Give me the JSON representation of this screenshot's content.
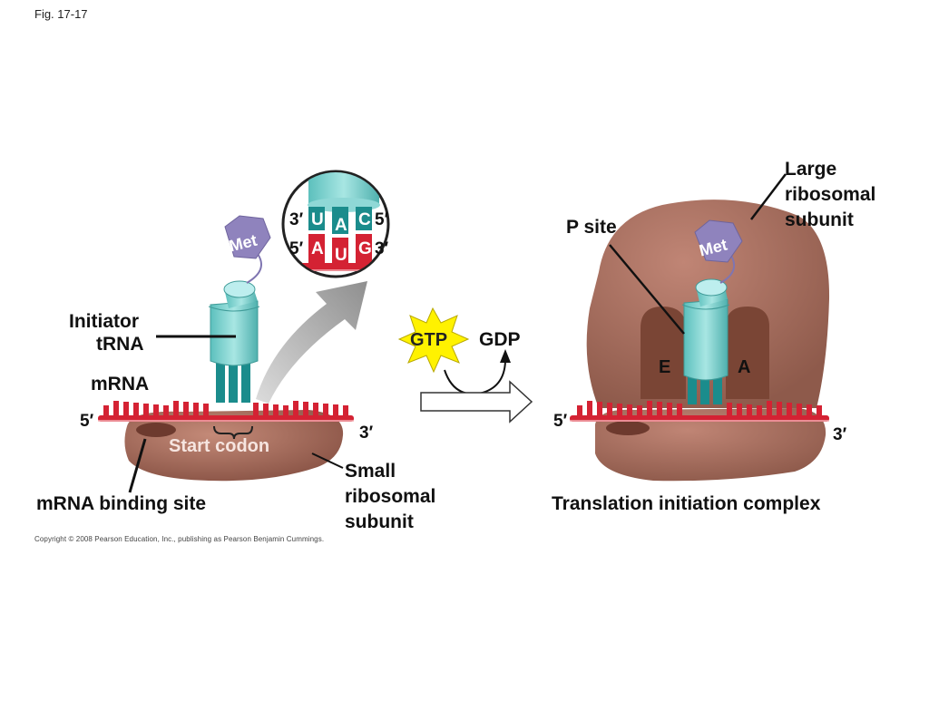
{
  "figure_label": "Fig. 17-17",
  "copyright": "Copyright © 2008 Pearson Education, Inc., publishing as Pearson Benjamin Cummings.",
  "left": {
    "met": "Met",
    "initiator_trna": [
      "Initiator",
      "tRNA"
    ],
    "mrna": "mRNA",
    "five_prime": "5′",
    "three_prime": "3′",
    "start_codon": "Start codon",
    "mrna_binding_site": "mRNA binding site",
    "small_subunit": [
      "Small",
      "ribosomal",
      "subunit"
    ]
  },
  "zoom": {
    "anticodon_five": "5′",
    "anticodon_three": "3′",
    "codon_five": "5′",
    "codon_three": "3′",
    "anticodon": [
      "U",
      "A",
      "C"
    ],
    "codon": [
      "A",
      "U",
      "G"
    ]
  },
  "middle": {
    "gtp": "GTP",
    "gdp": "GDP"
  },
  "right": {
    "met": "Met",
    "p_site": "P site",
    "large_subunit": [
      "Large",
      "ribosomal",
      "subunit"
    ],
    "e_site": "E",
    "a_site": "A",
    "five_prime": "5′",
    "three_prime": "3′",
    "caption": "Translation initiation complex"
  },
  "colors": {
    "ribosome": "#a8705f",
    "ribosome_dark": "#8a5446",
    "mrna": "#d42233",
    "trna": "#7fd3d0",
    "trna_dark": "#1b8c8c",
    "met": "#8f83bd",
    "gtp_star": "#fff200"
  }
}
